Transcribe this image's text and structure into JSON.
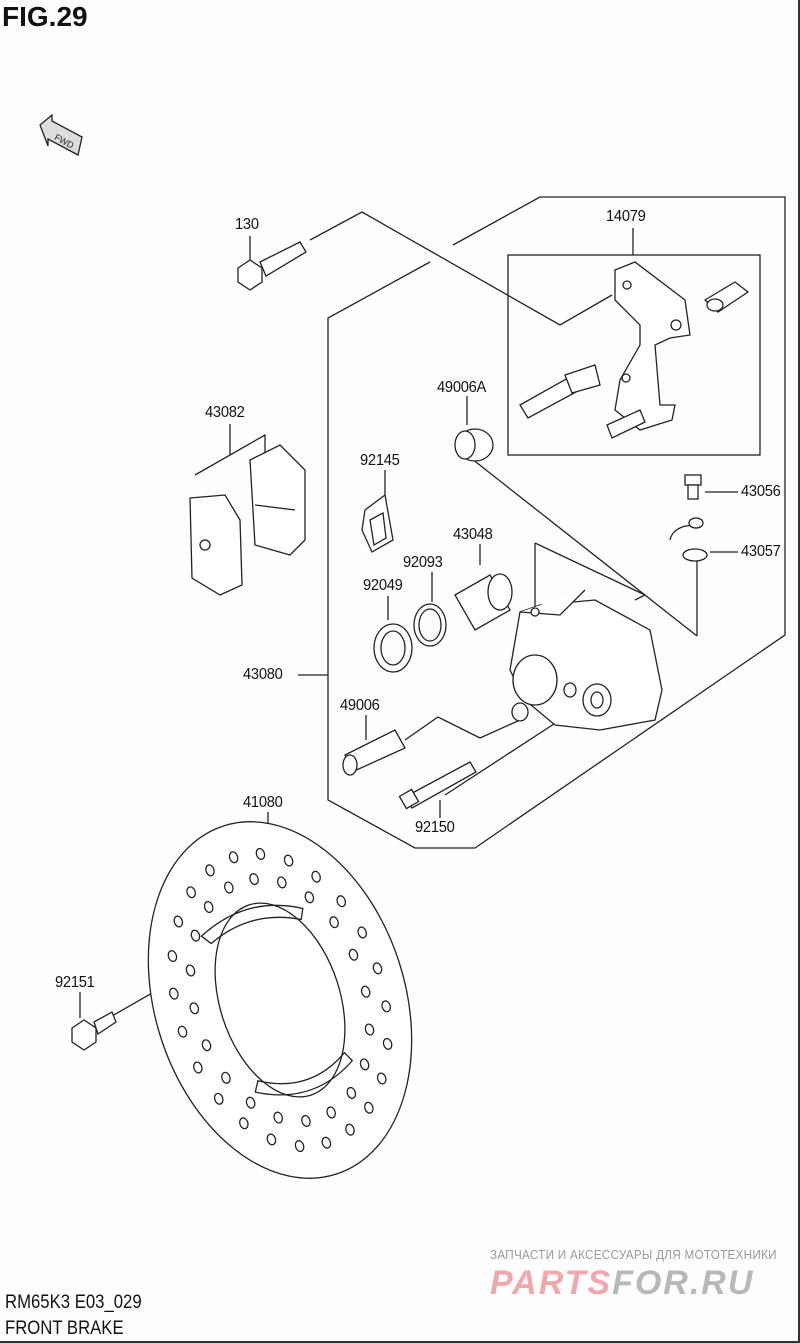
{
  "figure": "FIG.29",
  "fwd_label": "FWD",
  "model_code": "RM65K3 E03_029",
  "title": "FRONT BRAKE",
  "watermark": {
    "tagline": "ЗАПЧАСТИ И АКСЕССУАРЫ ДЛЯ МОТОТЕХНИКИ",
    "brand_a": "PARTS",
    "brand_b": "FOR.RU"
  },
  "parts": {
    "p130": "130",
    "p14079": "14079",
    "p49006A": "49006A",
    "p43082": "43082",
    "p92145": "92145",
    "p43056": "43056",
    "p43048": "43048",
    "p92093": "92093",
    "p43057": "43057",
    "p92049": "92049",
    "p43080": "43080",
    "p49006": "49006",
    "p92150": "92150",
    "p41080": "41080",
    "p92151": "92151"
  }
}
